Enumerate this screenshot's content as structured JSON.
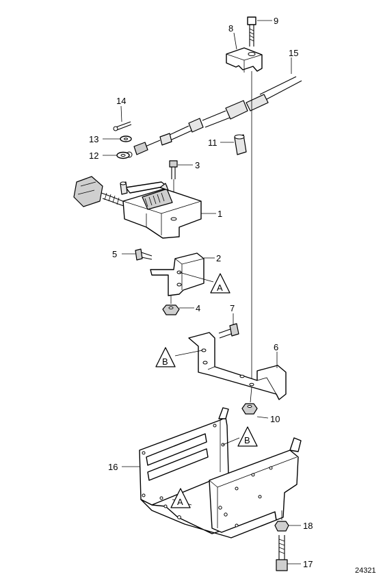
{
  "callouts": {
    "c1": "1",
    "c2": "2",
    "c3": "3",
    "c4": "4",
    "c5": "5",
    "c6": "6",
    "c7": "7",
    "c8": "8",
    "c9": "9",
    "c10": "10",
    "c11": "11",
    "c12": "12",
    "c13": "13",
    "c14": "14",
    "c15": "15",
    "c16": "16",
    "c17": "17",
    "c18": "18"
  },
  "references": {
    "a1": "A",
    "a2": "A",
    "b1": "B",
    "b2": "B"
  },
  "figure_number": "24321"
}
